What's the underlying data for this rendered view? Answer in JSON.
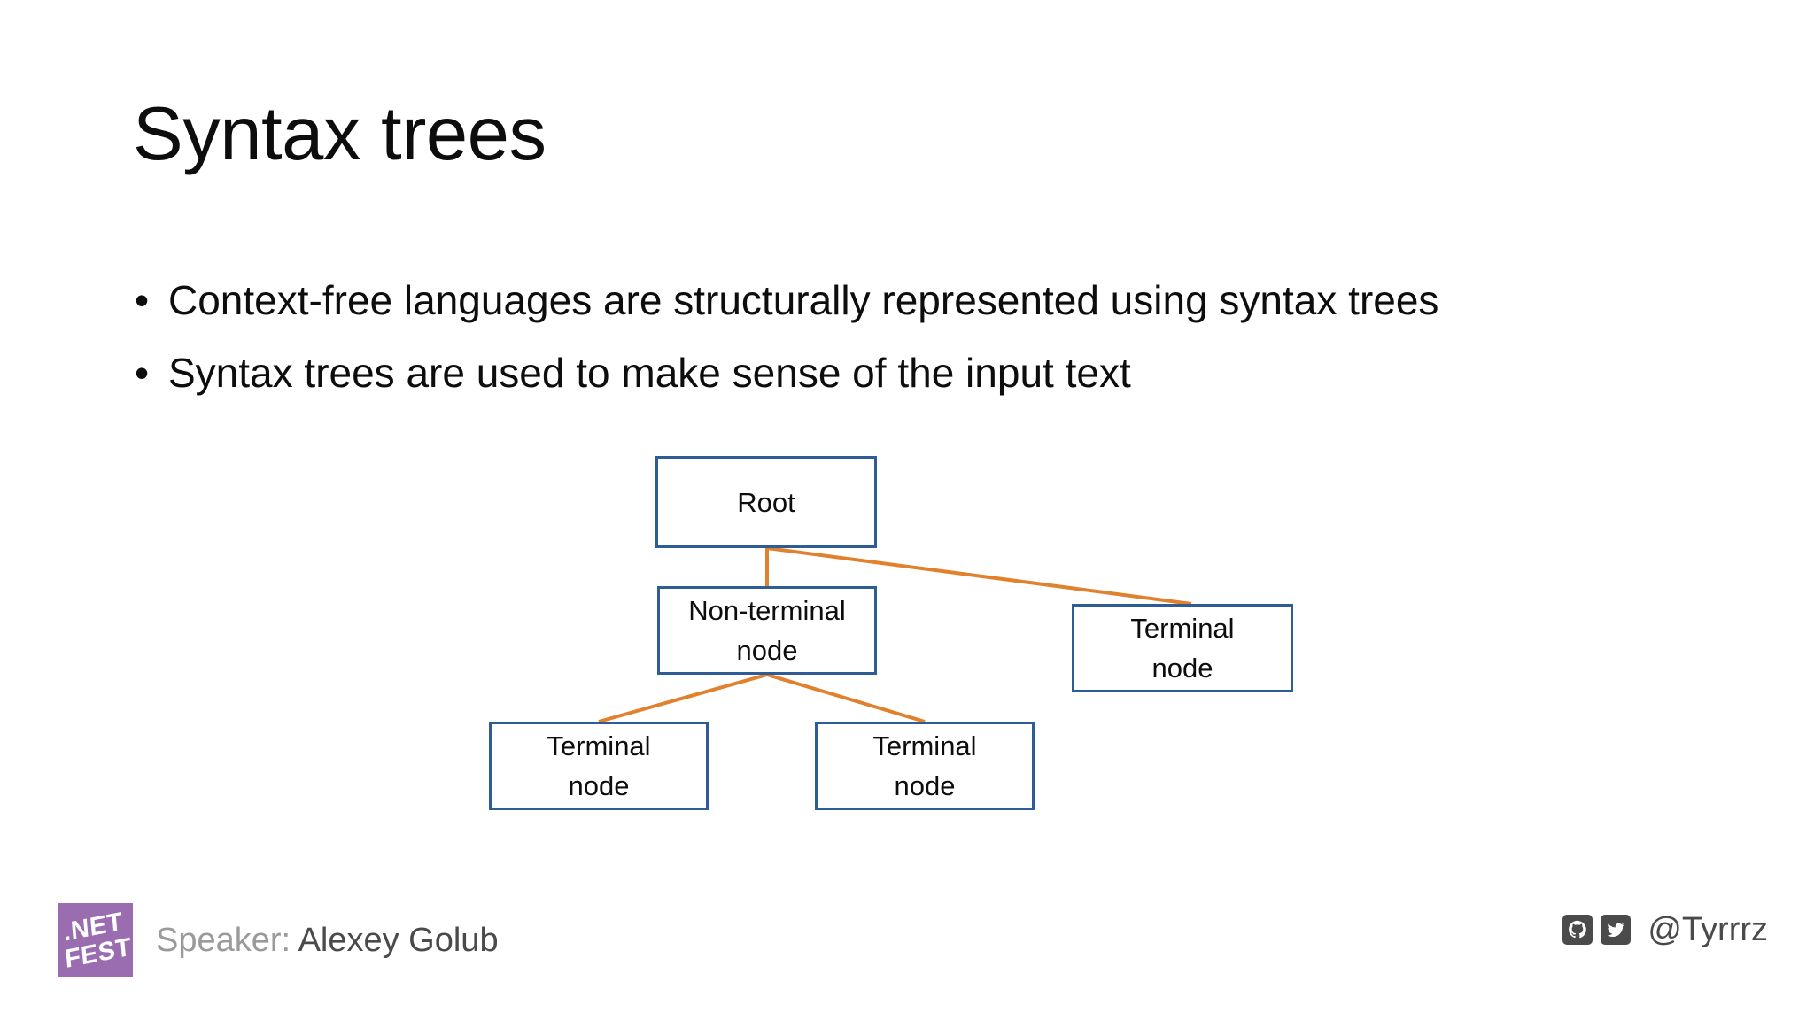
{
  "slide": {
    "title": "Syntax trees",
    "bullet_marker": "•",
    "bullets": [
      "Context-free languages are structurally represented using syntax trees",
      "Syntax trees are used to make sense of the input text"
    ]
  },
  "diagram": {
    "type": "tree",
    "node_border_color": "#2e5c96",
    "edge_color": "#e1812d",
    "nodes": [
      {
        "id": "root",
        "label": "Root"
      },
      {
        "id": "nonterminal",
        "label": "Non-terminal\nnode"
      },
      {
        "id": "term_right",
        "label": "Terminal\nnode"
      },
      {
        "id": "term_left",
        "label": "Terminal\nnode"
      },
      {
        "id": "term_mid",
        "label": "Terminal\nnode"
      }
    ],
    "edges": [
      {
        "from": "root",
        "to": "nonterminal"
      },
      {
        "from": "root",
        "to": "term_right"
      },
      {
        "from": "nonterminal",
        "to": "term_left"
      },
      {
        "from": "nonterminal",
        "to": "term_mid"
      }
    ]
  },
  "footer": {
    "logo_line1": ".NET",
    "logo_line2": "FEST",
    "logo_color": "#9a6db0",
    "speaker_label": "Speaker:",
    "speaker_name": "Alexey Golub",
    "handle": "@Tyrrrz",
    "github_icon": "github-icon",
    "twitter_icon": "twitter-icon"
  }
}
